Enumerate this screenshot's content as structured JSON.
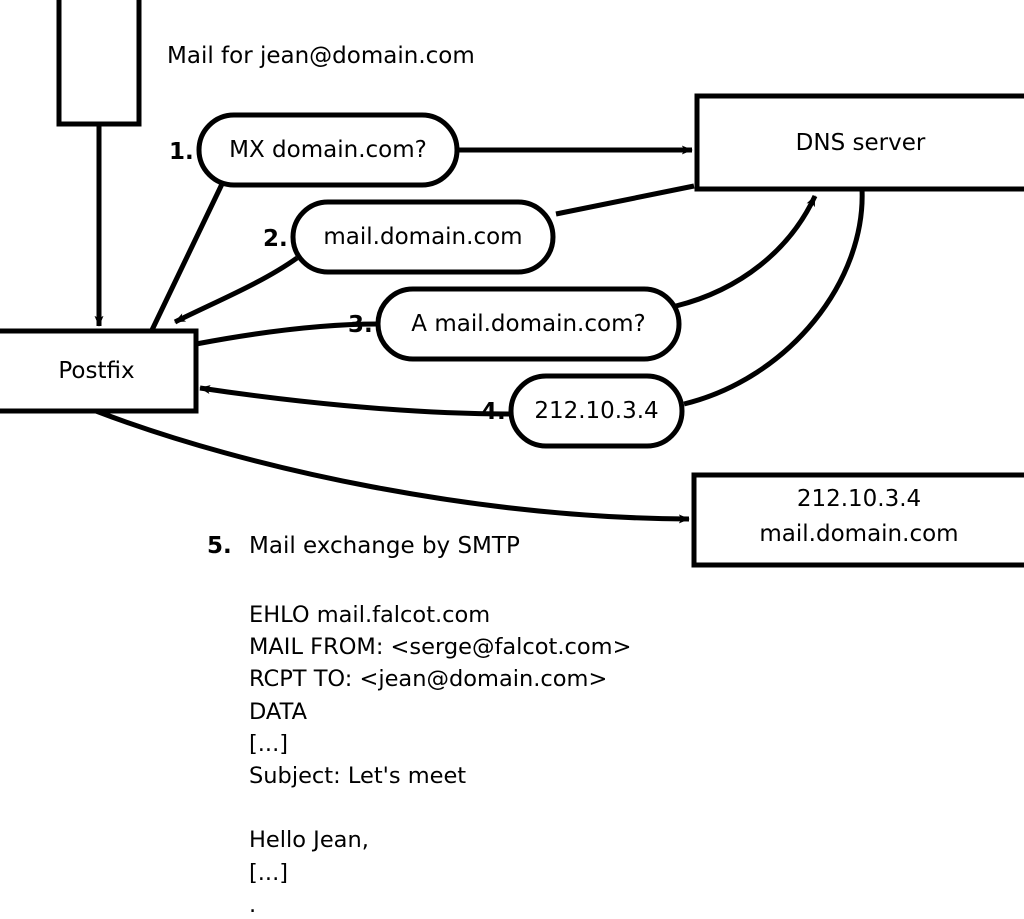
{
  "diagram": {
    "title_note": "Mail for jean@domain.com",
    "nodes": {
      "sender_box": {
        "label": ""
      },
      "postfix": {
        "label": "Postfix"
      },
      "dns_server": {
        "label": "DNS server"
      },
      "remote_server": {
        "line1": "212.10.3.4",
        "line2": "mail.domain.com"
      }
    },
    "steps": [
      {
        "num": "1.",
        "label": "MX domain.com?"
      },
      {
        "num": "2.",
        "label": "mail.domain.com"
      },
      {
        "num": "3.",
        "label": "A mail.domain.com?"
      },
      {
        "num": "4.",
        "label": "212.10.3.4"
      },
      {
        "num": "5.",
        "label": "Mail exchange by SMTP"
      }
    ],
    "smtp_transcript": [
      "EHLO mail.falcot.com",
      "MAIL FROM: <serge@falcot.com>",
      "RCPT TO: <jean@domain.com>",
      "DATA",
      "[...]",
      "Subject: Let's meet",
      "",
      "Hello Jean,",
      "[...]",
      "."
    ],
    "colors": {
      "stroke": "#000000",
      "fill": "#ffffff",
      "text": "#000000"
    }
  }
}
